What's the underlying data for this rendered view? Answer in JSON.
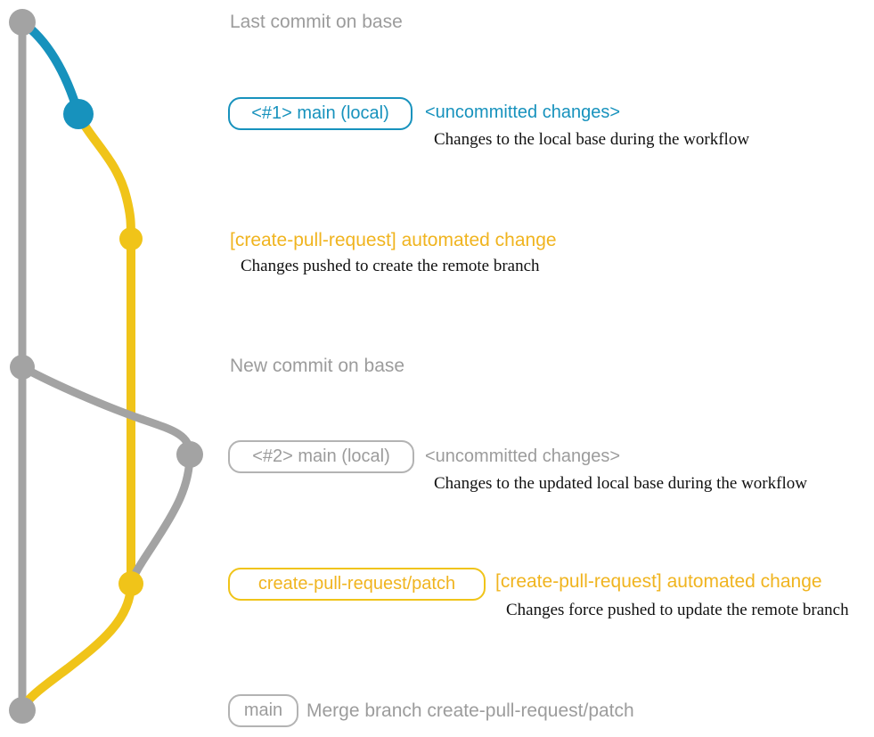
{
  "colors": {
    "gray_line": "#a3a3a3",
    "gray_text": "#9c9c9c",
    "gray_border": "#b3b3b3",
    "blue": "#1792bd",
    "gold": "#f0c419",
    "gold_text": "#f0b41f",
    "caption_text": "#111111"
  },
  "headings": {
    "last_commit": "Last commit on base",
    "new_commit": "New commit on base"
  },
  "rows": {
    "row1": {
      "branch_label": "<#1> main (local)",
      "status": "<uncommitted changes>",
      "caption": "Changes to the local base during the workflow"
    },
    "row2": {
      "message": "[create-pull-request] automated change",
      "caption": "Changes pushed to create the remote branch"
    },
    "row3": {
      "branch_label": "<#2> main (local)",
      "status": "<uncommitted changes>",
      "caption": "Changes to the updated local base during the workflow"
    },
    "row4": {
      "branch_label": "create-pull-request/patch",
      "message": "[create-pull-request] automated change",
      "caption": "Changes force pushed to update the remote branch"
    },
    "row5": {
      "branch_label": "main",
      "message": "Merge branch create-pull-request/patch"
    }
  }
}
